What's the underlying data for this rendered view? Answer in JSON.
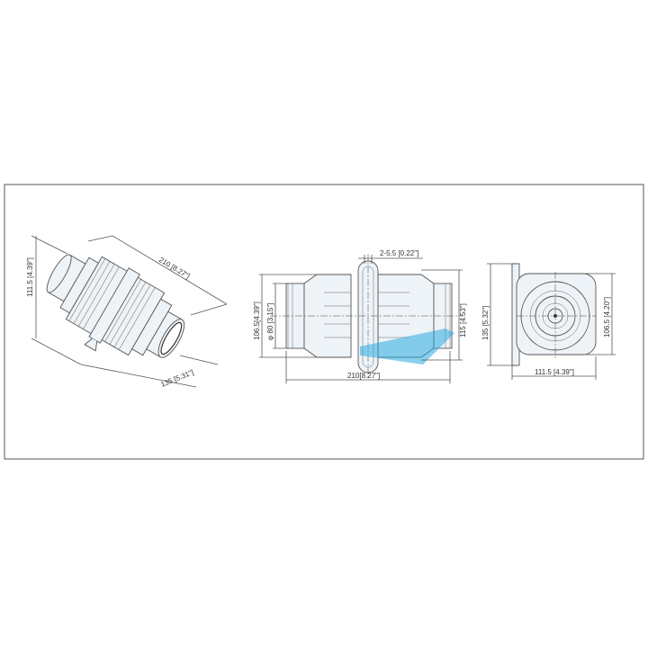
{
  "drawing": {
    "isometric_view": {
      "length_label": "210 [8.27\"]",
      "height_label": "111.5 [4.39\"]",
      "width_label": "135 [5.31\"]"
    },
    "side_view": {
      "slot_label": "2-5.5 [0.22\"]",
      "outer_height_label": "106.5[4.39\"]",
      "diameter_label": "φ 80 [3.15\"]",
      "flange_height_label": "115 [4.53\"]",
      "length_label": "210[8.27\"]"
    },
    "end_view": {
      "height_label": "135 [5.32\"]",
      "inner_height_label": "106.5 [4.20\"]",
      "width_label": "111.5 [4.39\"]"
    },
    "colors": {
      "frame": "#555555",
      "body_fill": "#eef3f8",
      "watermark": "#29a9e0"
    }
  }
}
